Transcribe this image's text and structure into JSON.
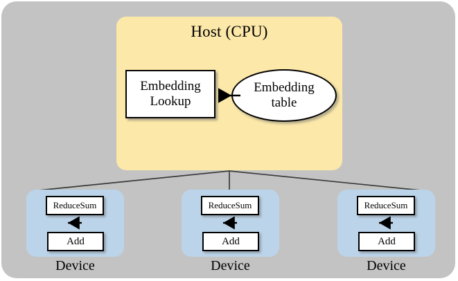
{
  "diagram": {
    "title_text": "Host (CPU)",
    "background_color": "#c3c3c3",
    "host": {
      "label": "Host (CPU)",
      "color": "#fce8a8",
      "nodes": {
        "embedding_lookup": {
          "label": "Embedding\nLookup",
          "shape": "rectangle",
          "fill": "#ffffff"
        },
        "embedding_table": {
          "label": "Embedding\ntable",
          "shape": "ellipse",
          "fill": "#ffffff"
        }
      },
      "edge_label": "embedding-table-to-lookup-arrow"
    },
    "devices": [
      {
        "label": "Device",
        "color": "#bcd4ea",
        "ops": [
          {
            "label": "ReduceSum"
          },
          {
            "label": "Add"
          }
        ]
      },
      {
        "label": "Device",
        "color": "#bcd4ea",
        "ops": [
          {
            "label": "ReduceSum"
          },
          {
            "label": "Add"
          }
        ]
      },
      {
        "label": "Device",
        "color": "#bcd4ea",
        "ops": [
          {
            "label": "ReduceSum"
          },
          {
            "label": "Add"
          }
        ]
      }
    ]
  }
}
